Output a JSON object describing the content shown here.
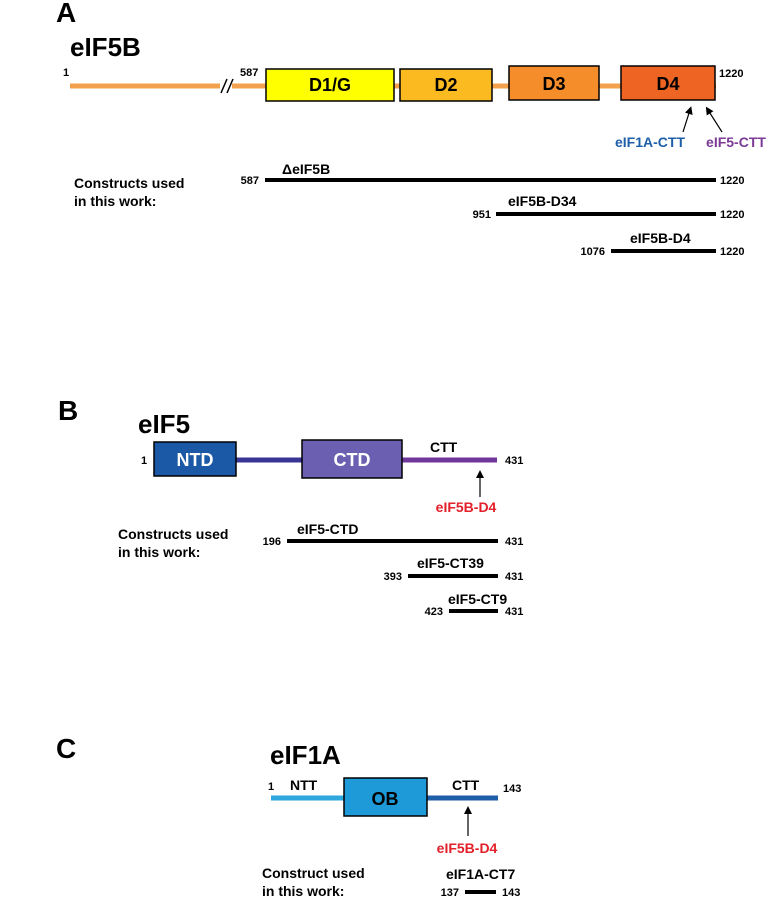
{
  "panelA": {
    "letter": "A",
    "protein": "eIF5B",
    "start": "1",
    "break_pos": "587",
    "end": "1220",
    "domains": [
      "D1/G",
      "D2",
      "D3",
      "D4"
    ],
    "colors": {
      "line": "#f4a14e",
      "d1": "#ffff00",
      "d2": "#fbbb20",
      "d3": "#f58e2a",
      "d4": "#ee6423"
    },
    "annot_eif1a": "eIF1A-CTT",
    "annot_eif5": "eIF5-CTT",
    "annot_colors": {
      "eif1a": "#1f5fa9",
      "eif5": "#7b3a96"
    },
    "constructs_text": [
      "Constructs used",
      "in this work:"
    ],
    "constructs": [
      {
        "name": "ΔeIF5B",
        "start": "587",
        "end": "1220"
      },
      {
        "name": "eIF5B-D34",
        "start": "951",
        "end": "1220"
      },
      {
        "name": "eIF5B-D4",
        "start": "1076",
        "end": "1220"
      }
    ]
  },
  "panelB": {
    "letter": "B",
    "protein": "eIF5",
    "start": "1",
    "end": "431",
    "domains": [
      "NTD",
      "CTD"
    ],
    "ctt_label": "CTT",
    "colors": {
      "ntd": "#1b58a5",
      "linker": "#3a3595",
      "ctd": "#6a5fb0",
      "ctt": "#70379a"
    },
    "annot": "eIF5B-D4",
    "annot_color": "#e3202a",
    "constructs_text": [
      "Constructs used",
      "in this work:"
    ],
    "constructs": [
      {
        "name": "eIF5-CTD",
        "start": "196",
        "end": "431"
      },
      {
        "name": "eIF5-CT39",
        "start": "393",
        "end": "431"
      },
      {
        "name": "eIF5-CT9",
        "start": "423",
        "end": "431"
      }
    ]
  },
  "panelC": {
    "letter": "C",
    "protein": "eIF1A",
    "start": "1",
    "end": "143",
    "ntt_label": "NTT",
    "ob_label": "OB",
    "ctt_label": "CTT",
    "colors": {
      "ntt": "#2ea6de",
      "ob": "#1d9ad7",
      "ctt": "#1e5ea8"
    },
    "annot": "eIF5B-D4",
    "annot_color": "#e3202a",
    "constructs_text": [
      "Construct used",
      "in this work:"
    ],
    "constructs": [
      {
        "name": "eIF1A-CT7",
        "start": "137",
        "end": "143"
      }
    ]
  }
}
